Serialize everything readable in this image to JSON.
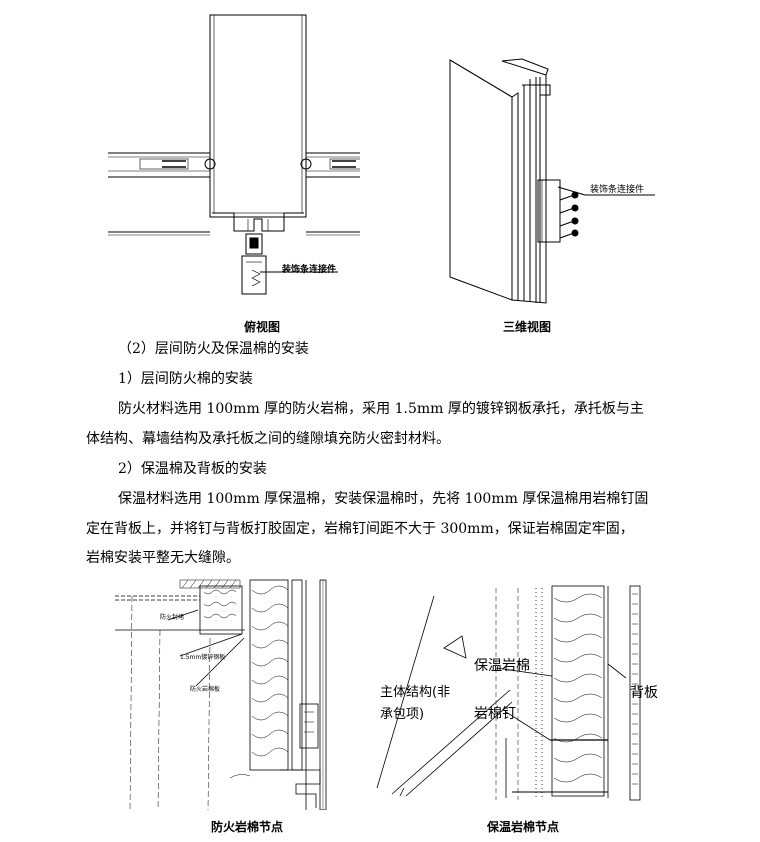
{
  "figures_top": {
    "left": {
      "caption": "俯视图",
      "callout": "装饰条连接件"
    },
    "right": {
      "caption": "三维视图",
      "callout": "装饰条连接件"
    }
  },
  "section": {
    "heading": "（2）层间防火及保温棉的安装",
    "sub1": {
      "title": "1）层间防火棉的安装",
      "lines": [
        "防火材料选用 100mm 厚的防火岩棉，采用 1.5mm 厚的镀锌钢板承托，承托板与主",
        "体结构、幕墙结构及承托板之间的缝隙填充防火密封材料。"
      ]
    },
    "sub2": {
      "title": "2）保温棉及背板的安装",
      "lines": [
        "保温材料选用 100mm 厚保温棉，安装保温棉时，先将 100mm 厚保温棉用岩棉钉固",
        "定在背板上，并将钉与背板打胶固定，岩棉钉间距不大于 300mm，保证岩棉固定牢固，",
        "岩棉安装平整无大缝隙。"
      ]
    }
  },
  "figures_bottom": {
    "left": {
      "caption": "防火岩棉节点",
      "label_1": "防火封堵",
      "label_2": "1.5mm镀锌钢板",
      "label_3": "防火岩棉板"
    },
    "right": {
      "caption": "保温岩棉节点",
      "label_insulation": "保温岩棉",
      "label_structure_1": "主体结构(非",
      "label_structure_2": "承包项)",
      "label_nail": "岩棉钉",
      "label_backplate": "背板"
    }
  }
}
